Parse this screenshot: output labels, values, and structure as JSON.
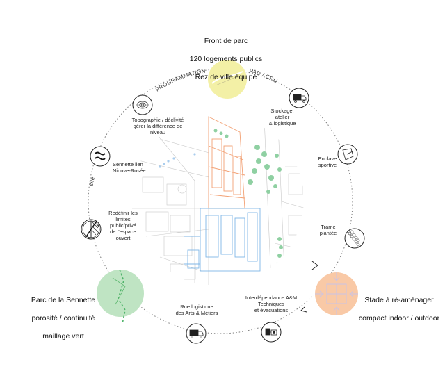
{
  "top_block": {
    "line1": "Front de parc",
    "line2": "120 logements publics",
    "line3": "Rez de ville équipé"
  },
  "arc_labels": {
    "programmation": "PROGRAMMATION",
    "pad_cru": "PAD / CRU",
    "site": "site"
  },
  "nodes": {
    "topography": "Topographie / déclivité\ngérer la différence de\nniveau",
    "sennette": "Sennette lien\nNinove-Rosée",
    "limits": "Redéfinir les\nlimites\npublic/privé\nde l'espace\nouvert",
    "storage": "Stockage,\natelier\n& logistique",
    "enclave": "Enclave\nsportive",
    "trame": "Trame\nplantée",
    "rue": "Rue logistique\ndes Arts & Métiers",
    "interdep": "Interdépendance A&M\nTechniques\net évacuations"
  },
  "park": {
    "line1": "Parc de la Sennette",
    "line2": "porosité / continuité",
    "line3": "maillage vert"
  },
  "stade": {
    "line1": "Stade à ré-aménager",
    "line2": "compact indoor / outdoor"
  },
  "colors": {
    "yellow": "#f3f0a6",
    "green": "#bfe4c3",
    "orange": "#f9c9a6",
    "orange_plan": "#f2a073",
    "blue_plan": "#7fb6e6",
    "green_plan": "#8fd0a2"
  },
  "icons": [
    "truck-icon",
    "topography-icon",
    "wave-icon",
    "half-circle-icon",
    "diamond-icon",
    "tree-row-icon",
    "van-icon",
    "arrow-icon"
  ]
}
